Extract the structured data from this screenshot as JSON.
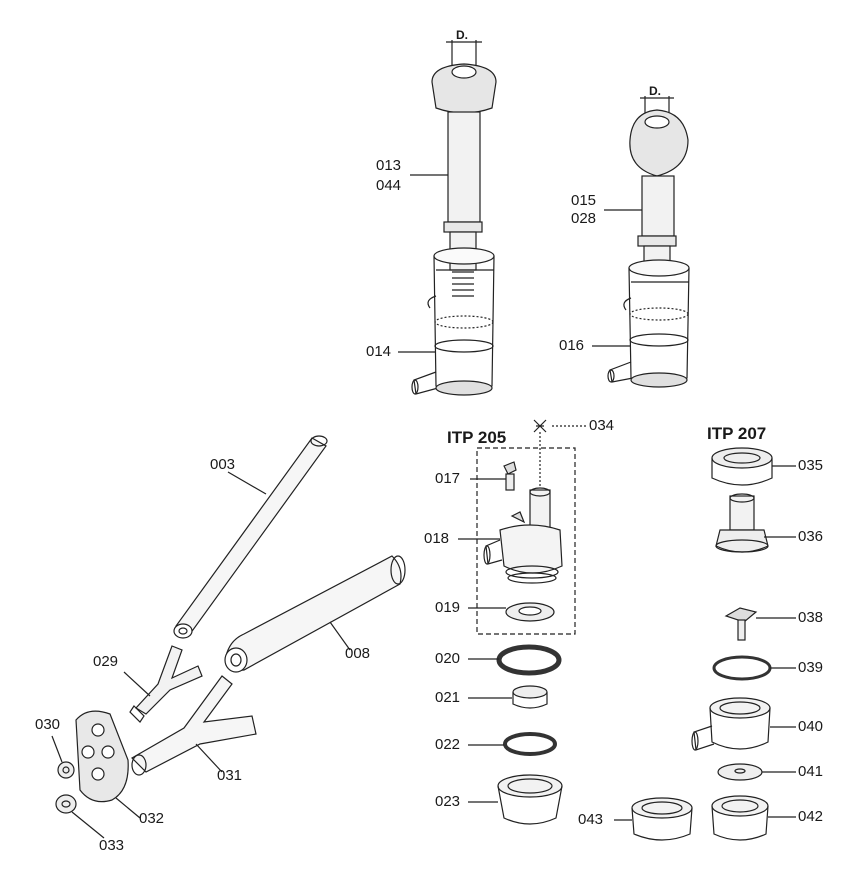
{
  "headers": {
    "itp205": "ITP 205",
    "itp207": "ITP 207"
  },
  "dimension_label": "D.",
  "parts": {
    "p003": "003",
    "p008": "008",
    "p013": "013",
    "p044": "044",
    "p014": "014",
    "p015": "015",
    "p028": "028",
    "p016": "016",
    "p017": "017",
    "p018": "018",
    "p019": "019",
    "p020": "020",
    "p021": "021",
    "p022": "022",
    "p023": "023",
    "p029": "029",
    "p030": "030",
    "p031": "031",
    "p032": "032",
    "p033": "033",
    "p034": "034",
    "p035": "035",
    "p036": "036",
    "p038": "038",
    "p039": "039",
    "p040": "040",
    "p041": "041",
    "p042": "042",
    "p043": "043"
  }
}
